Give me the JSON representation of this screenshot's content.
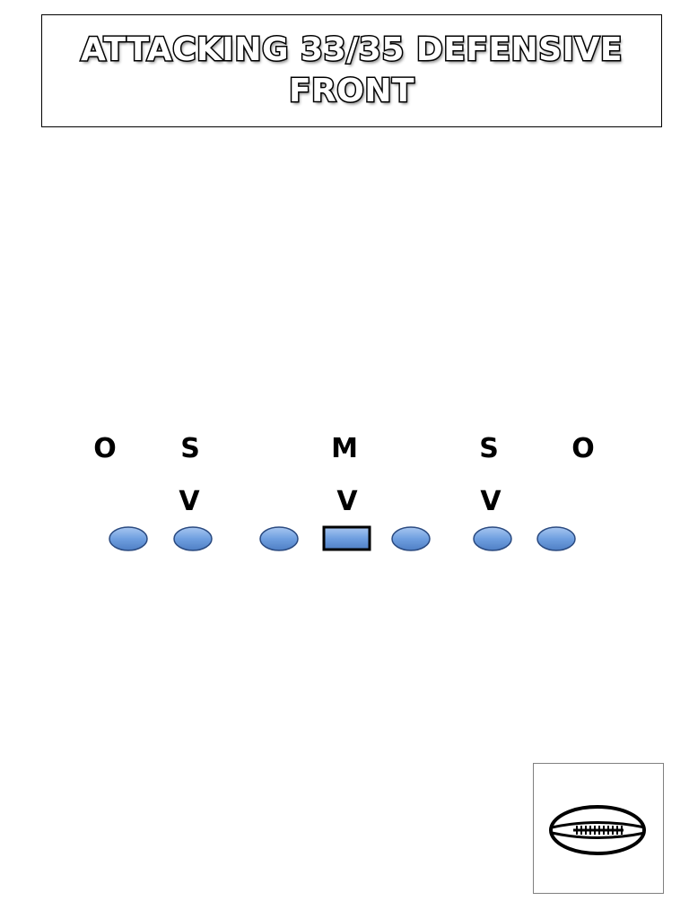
{
  "title": {
    "line1": "ATTACKING 33/35 DEFENSIVE",
    "line2": "FRONT"
  },
  "defense": {
    "row1": [
      "O",
      "S",
      "M",
      "S",
      "O"
    ],
    "row2": [
      "V",
      "V",
      "V"
    ]
  },
  "offense": {
    "players": [
      "ellipse",
      "ellipse",
      "ellipse",
      "center-rectangle",
      "ellipse",
      "ellipse",
      "ellipse"
    ],
    "fill_color": "#6f9fe0",
    "stroke_color": "#2a4a80"
  },
  "logo": {
    "icon": "football-icon"
  }
}
